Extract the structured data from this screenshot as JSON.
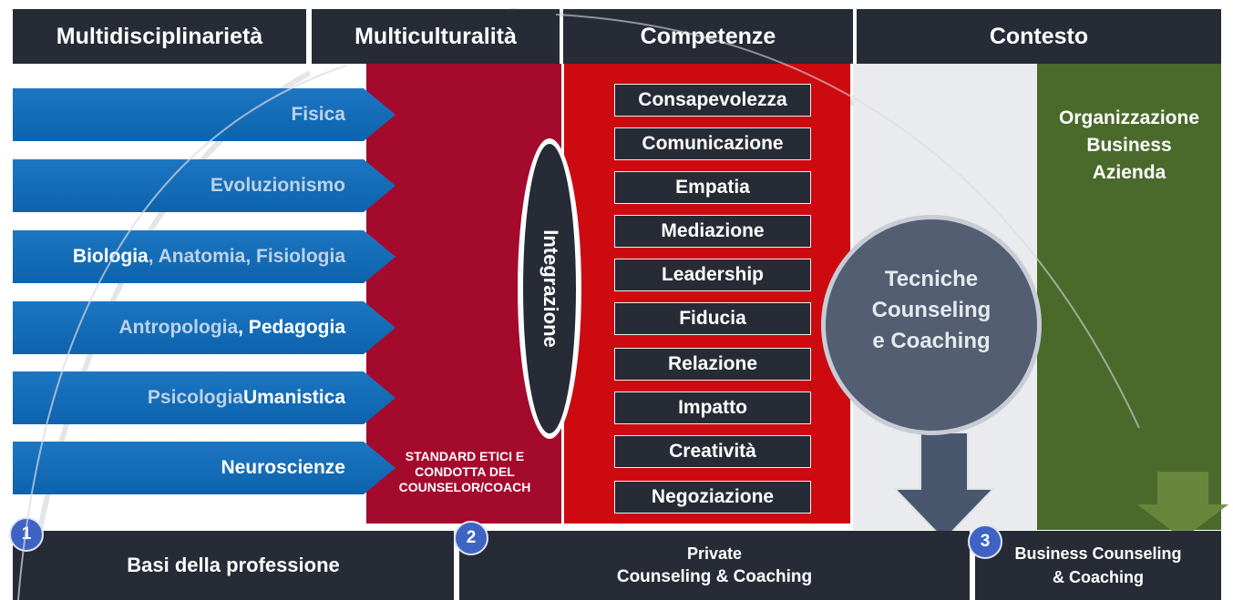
{
  "headers": [
    "Multidisciplinarietà",
    "Multiculturalità",
    "Competenze",
    "Contesto"
  ],
  "disciplines": [
    {
      "parts": [
        {
          "text": "Fisica",
          "faded": true
        }
      ]
    },
    {
      "parts": [
        {
          "text": "Evoluzionismo",
          "faded": true
        }
      ]
    },
    {
      "parts": [
        {
          "text": "Biologia",
          "faded": false
        },
        {
          "text": ", Anatomia, Fisiologia",
          "faded": true
        }
      ]
    },
    {
      "parts": [
        {
          "text": "Antropologia",
          "faded": true
        },
        {
          "text": ", Pedagogia",
          "faded": false
        }
      ]
    },
    {
      "parts": [
        {
          "text": "Psicologia",
          "faded": true
        },
        {
          "text": " Umanistica",
          "faded": false
        }
      ]
    },
    {
      "parts": [
        {
          "text": "Neuroscienze",
          "faded": false
        }
      ]
    }
  ],
  "standard_text": "STANDARD ETICI E CONDOTTA DEL COUNSELOR/COACH",
  "integration": "Integrazione",
  "competencies": [
    "Consapevolezza",
    "Comunicazione",
    "Empatia",
    "Mediazione",
    "Leadership",
    "Fiducia",
    "Relazione",
    "Impatto",
    "Creatività",
    "Negoziazione"
  ],
  "context": {
    "lines": [
      "Organizzazione",
      "Business",
      "Azienda"
    ]
  },
  "techniques": {
    "lines": [
      "Tecniche",
      "Counseling",
      "e Coaching"
    ]
  },
  "bottom": [
    {
      "number": "1",
      "lines": [
        "Basi della professione"
      ]
    },
    {
      "number": "2",
      "lines": [
        "Private",
        "Counseling & Coaching"
      ]
    },
    {
      "number": "3",
      "lines": [
        "Business Counseling",
        "& Coaching"
      ]
    }
  ],
  "colors": {
    "dark": "#262b36",
    "blue": "#0d63ad",
    "maroon": "#a40a2c",
    "red": "#cc0a10",
    "green": "#4a6a2b",
    "badge": "#3f63c2"
  }
}
